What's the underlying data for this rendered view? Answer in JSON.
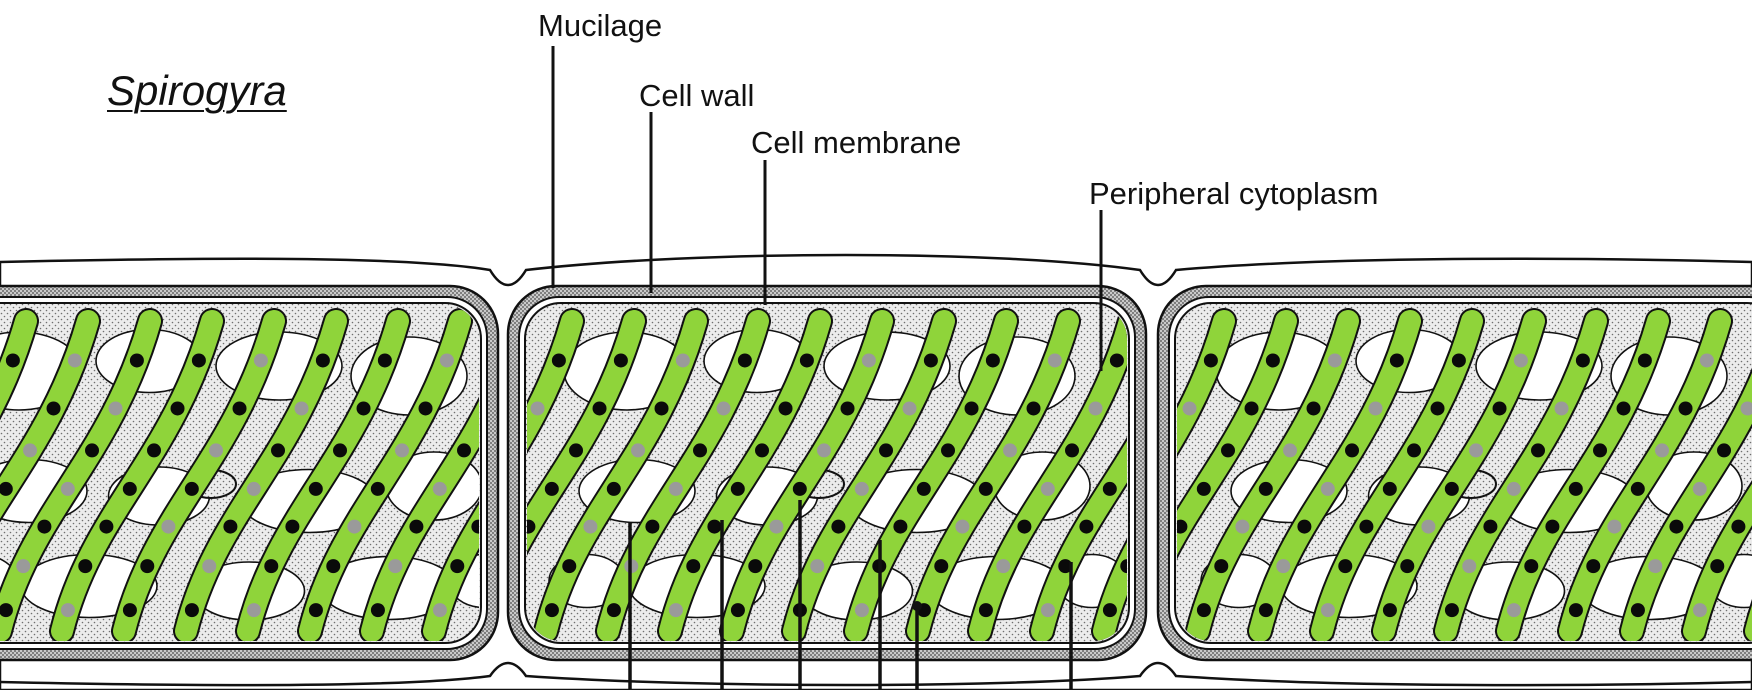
{
  "diagram": {
    "title": "Spirogyra",
    "labels": {
      "mucilage": "Mucilage",
      "cell_wall": "Cell wall",
      "cell_membrane": "Cell membrane",
      "peripheral_cytoplasm": "Peripheral cytoplasm"
    },
    "colors": {
      "chloroplast": "#8fd43a",
      "chloroplast_outline": "#1a1a1a",
      "pyrenoid_black": "#0a0a0a",
      "pyrenoid_grey": "#9a9a9a",
      "cytoplasm": "#e9e9e9",
      "wall_band": "#bdbdbd",
      "vacuole": "#ffffff"
    }
  }
}
